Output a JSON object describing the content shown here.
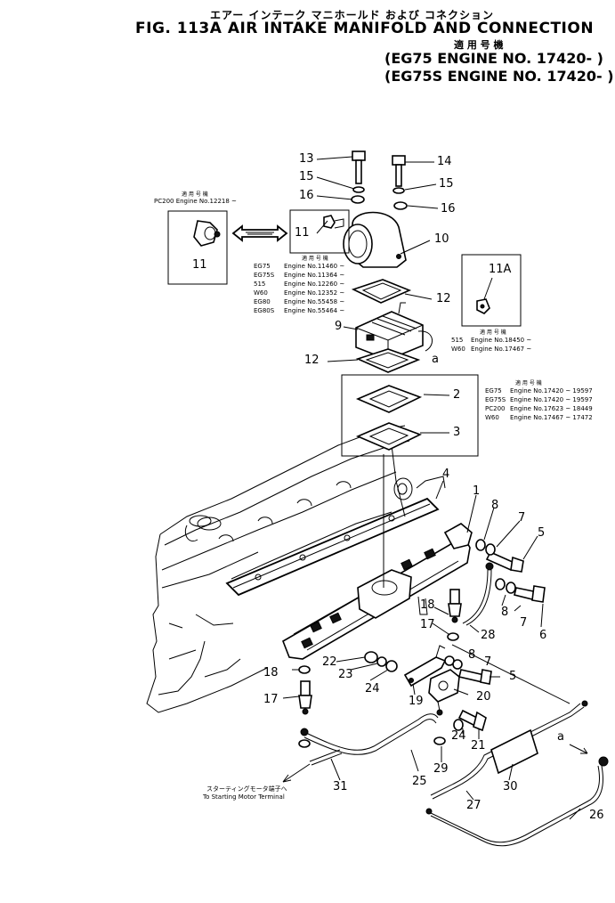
{
  "title": {
    "japanese": "エアー インテーク マニホールド および コネクション",
    "figure": "FIG. 113A  AIR  INTAKE  MANIFOLD  AND  CONNECTION",
    "applicability_jp": "適 用 号 機",
    "applicability_1": "(EG75    ENGINE  NO. 17420- )",
    "applicability_2": "(EG75S  ENGINE  NO. 17420- )"
  },
  "boxes": {
    "left": {
      "header": "適 用 号 機",
      "lines": [
        "PC200  Engine  No.12218 ~"
      ],
      "part": "11"
    },
    "middle": {
      "header": "適 用 号 機",
      "rows": [
        {
          "model": "EG75",
          "engine": "Engine  No.11460 ~"
        },
        {
          "model": "EG75S",
          "engine": "Engine  No.11364 ~"
        },
        {
          "model": "515",
          "engine": "Engine  No.12260 ~"
        },
        {
          "model": "W60",
          "engine": "Engine  No.12352 ~"
        },
        {
          "model": "EG80",
          "engine": "Engine  No.55458 ~"
        },
        {
          "model": "EG80S",
          "engine": "Engine  No.55464 ~"
        }
      ],
      "part": "11"
    },
    "right": {
      "header": "適 用 号 機",
      "rows": [
        {
          "model": "515",
          "engine": "Engine  No.18450 ~"
        },
        {
          "model": "W60",
          "engine": "Engine  No.17467 ~"
        }
      ],
      "part": "11A"
    },
    "gasket": {
      "header": "適 用 号 機",
      "rows": [
        {
          "model": "EG75",
          "engine": "Engine  No.17420 ~ 19597"
        },
        {
          "model": "EG75S",
          "engine": "Engine  No.17420 ~ 19597"
        },
        {
          "model": "PC200",
          "engine": "Engine  No.17623 ~ 18449"
        },
        {
          "model": "W60",
          "engine": "Engine  No.17467 ~ 17472"
        }
      ]
    }
  },
  "callouts": {
    "c1": "1",
    "c2": "2",
    "c3": "3",
    "c4": "4",
    "c5a": "5",
    "c5b": "5",
    "c6": "6",
    "c7a": "7",
    "c7b": "7",
    "c7c": "7",
    "c8a": "8",
    "c8b": "8",
    "c8c": "8",
    "c9": "9",
    "c10": "10",
    "c12a": "12",
    "c12b": "12",
    "c13": "13",
    "c14": "14",
    "c15a": "15",
    "c15b": "15",
    "c16a": "16",
    "c16b": "16",
    "c17a": "17",
    "c17b": "17",
    "c18a": "18",
    "c18b": "18",
    "c19": "19",
    "c20": "20",
    "c21": "21",
    "c22": "22",
    "c23": "23",
    "c24a": "24",
    "c24b": "24",
    "c25": "25",
    "c26": "26",
    "c27": "27",
    "c28": "28",
    "c29": "29",
    "c30": "30",
    "c31": "31",
    "ca1": "a",
    "ca2": "a"
  },
  "terminal_note": {
    "japanese": "スターティングモータ端子へ",
    "english": "To Starting Motor Terminal"
  }
}
